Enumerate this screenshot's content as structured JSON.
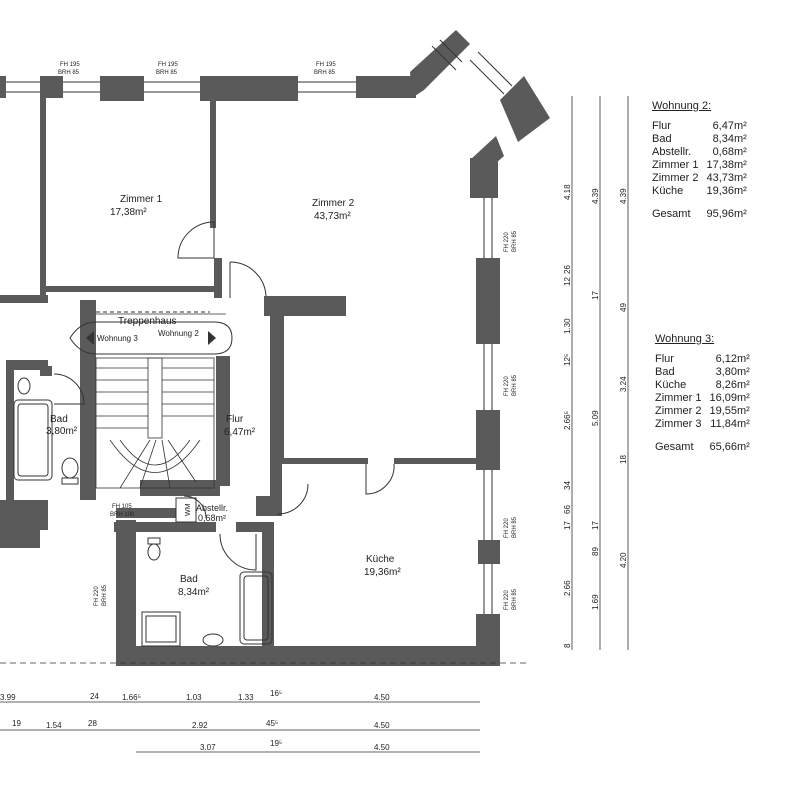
{
  "rooms": {
    "zimmer1": {
      "name": "Zimmer 1",
      "area": "17,38m²"
    },
    "zimmer2": {
      "name": "Zimmer 2",
      "area": "43,73m²"
    },
    "kueche": {
      "name": "Küche",
      "area": "19,36m²"
    },
    "flur": {
      "name": "Flur",
      "area": "6,47m²"
    },
    "bad_left": {
      "name": "Bad",
      "area": "3,80m²"
    },
    "bad_main": {
      "name": "Bad",
      "area": "8,34m²"
    },
    "abstellr": {
      "name": "Abstellr.",
      "area": "0,68m²"
    },
    "treppenhaus": "Treppenhaus",
    "wohnung3_arrow": "Wohnung 3",
    "wohnung2_arrow": "Wohnung 2",
    "wm": "WM"
  },
  "windows": {
    "top1": {
      "fh": "FH 195",
      "brh": "BRH 85"
    },
    "top2": {
      "fh": "FH 195",
      "brh": "BRH 85"
    },
    "top3": {
      "fh": "FH 195",
      "brh": "BRH 85"
    },
    "right1": {
      "fh": "FH 220",
      "brh": "BRH 85"
    },
    "right2": {
      "fh": "FH 220",
      "brh": "BRH 85"
    },
    "right3": {
      "fh": "FH 220",
      "brh": "BRH 85"
    },
    "right4": {
      "fh": "FH 220",
      "brh": "BRH 85"
    },
    "bad_window": {
      "fh": "FH 220",
      "brh": "BRH 85"
    },
    "stair_window": {
      "fh": "FH 105",
      "brh": "BRH 100"
    }
  },
  "dims_bottom": {
    "row1": [
      "3.99",
      "24",
      "1.66⁵",
      "1.03",
      "1.33",
      "16⁵",
      "4.50"
    ],
    "row2": [
      "19",
      "1.54",
      "28",
      "2.92",
      "45⁵",
      "4.50"
    ],
    "row3": [
      "3.07",
      "19⁵",
      "4.50"
    ]
  },
  "dims_right": {
    "col1": [
      "4.18",
      "12",
      "26",
      "1.30",
      "12⁵",
      "2.66⁵",
      "34",
      "17",
      "66",
      "2.66",
      "8"
    ],
    "col2": [
      "4.39",
      "17",
      "5.09",
      "17",
      "89",
      "1.69"
    ],
    "col3": [
      "4.39",
      "49",
      "3.24",
      "18",
      "4.20"
    ]
  },
  "wohnung2": {
    "title": "Wohnung 2:",
    "rows": [
      {
        "name": "Flur",
        "area": "6,47m²"
      },
      {
        "name": "Bad",
        "area": "8,34m²"
      },
      {
        "name": "Abstellr.",
        "area": "0,68m²"
      },
      {
        "name": "Zimmer 1",
        "area": "17,38m²"
      },
      {
        "name": "Zimmer 2",
        "area": "43,73m²"
      },
      {
        "name": "Küche",
        "area": "19,36m²"
      }
    ],
    "total_label": "Gesamt",
    "total_area": "95,96m²"
  },
  "wohnung3": {
    "title": "Wohnung 3:",
    "rows": [
      {
        "name": "Flur",
        "area": "6,12m²"
      },
      {
        "name": "Bad",
        "area": "3,80m²"
      },
      {
        "name": "Küche",
        "area": "8,26m²"
      },
      {
        "name": "Zimmer 1",
        "area": "16,09m²"
      },
      {
        "name": "Zimmer 2",
        "area": "19,55m²"
      },
      {
        "name": "Zimmer 3",
        "area": "11,84m²"
      }
    ],
    "total_label": "Gesamt",
    "total_area": "65,66m²"
  },
  "colors": {
    "wall": "#5a5a5a",
    "line": "#333333"
  }
}
